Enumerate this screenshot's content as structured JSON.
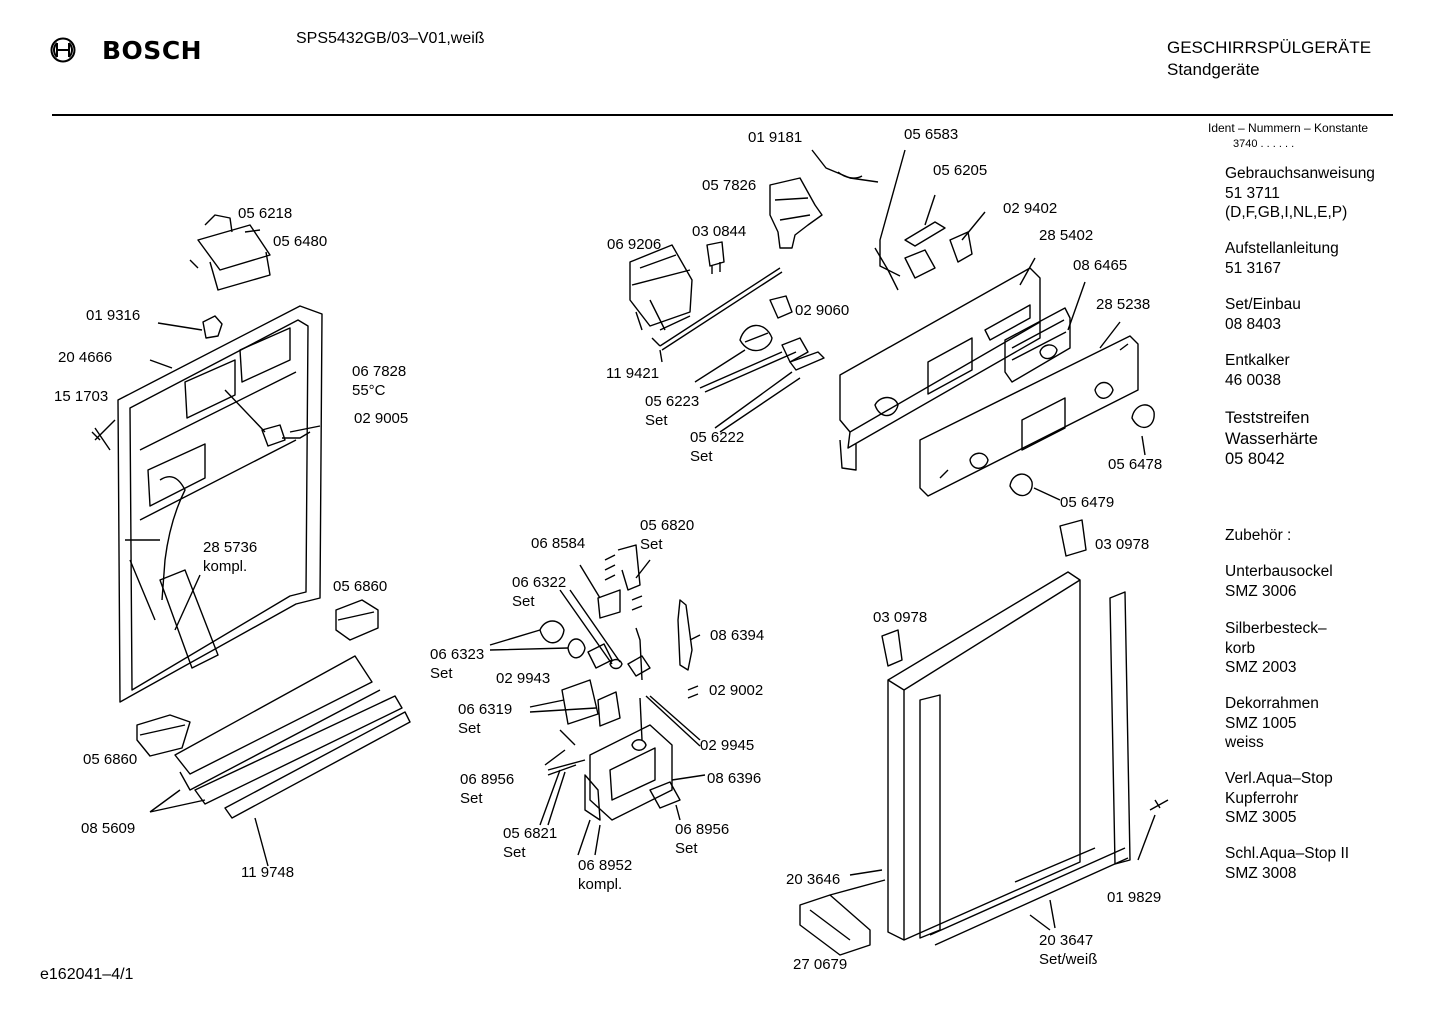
{
  "header": {
    "brand": "BOSCH",
    "model": "SPS5432GB/03–V01,weiß",
    "category_line1": "GESCHIRRSPÜLGERÄTE",
    "category_line2": "Standgeräte"
  },
  "ident": {
    "title": "Ident – Nummern – Konstante",
    "value": "3740  .  .  .  .  .  ."
  },
  "sidebar": [
    {
      "lines": [
        "Gebrauchsanweisung",
        "51 3711",
        "(D,F,GB,I,NL,E,P)"
      ],
      "size": "normal"
    },
    {
      "lines": [
        "Aufstellanleitung",
        "51 3167"
      ],
      "size": "normal"
    },
    {
      "lines": [
        "Set/Einbau",
        "08 8403"
      ],
      "size": "normal"
    },
    {
      "lines": [
        "Entkalker",
        "46 0038"
      ],
      "size": "normal"
    },
    {
      "lines": [
        "Teststreifen",
        "Wasserhärte",
        "05 8042"
      ],
      "size": "big"
    },
    {
      "lines": [
        "Zubehör :"
      ],
      "size": "normal"
    },
    {
      "lines": [
        "Unterbausockel",
        "SMZ 3006"
      ],
      "size": "normal"
    },
    {
      "lines": [
        "Silberbesteck–",
        "korb",
        "SMZ 2003"
      ],
      "size": "normal"
    },
    {
      "lines": [
        "Dekorrahmen",
        "SMZ 1005",
        "weiss"
      ],
      "size": "normal"
    },
    {
      "lines": [
        "Verl.Aqua–Stop",
        "Kupferrohr",
        "SMZ 3005"
      ],
      "size": "normal"
    },
    {
      "lines": [
        "Schl.Aqua–Stop II",
        "SMZ 3008"
      ],
      "size": "normal"
    }
  ],
  "part_labels": [
    {
      "lines": [
        "05 6218"
      ]
    },
    {
      "lines": [
        "05 6480"
      ]
    },
    {
      "lines": [
        "01 9316"
      ]
    },
    {
      "lines": [
        "20 4666"
      ]
    },
    {
      "lines": [
        "15 1703"
      ]
    },
    {
      "lines": [
        "06 7828",
        "55°C"
      ]
    },
    {
      "lines": [
        "02 9005"
      ]
    },
    {
      "lines": [
        "28 5736",
        "kompl."
      ]
    },
    {
      "lines": [
        "05 6860"
      ]
    },
    {
      "lines": [
        "05 6860"
      ]
    },
    {
      "lines": [
        "08 5609"
      ]
    },
    {
      "lines": [
        "11 9748"
      ]
    },
    {
      "lines": [
        "01 9181"
      ]
    },
    {
      "lines": [
        "05 7826"
      ]
    },
    {
      "lines": [
        "03 0844"
      ]
    },
    {
      "lines": [
        "06 9206"
      ]
    },
    {
      "lines": [
        "02 9060"
      ]
    },
    {
      "lines": [
        "11 9421"
      ]
    },
    {
      "lines": [
        "05 6223",
        "Set"
      ]
    },
    {
      "lines": [
        "05 6222",
        "Set"
      ]
    },
    {
      "lines": [
        "05 6583"
      ]
    },
    {
      "lines": [
        "05 6205"
      ]
    },
    {
      "lines": [
        "02 9402"
      ]
    },
    {
      "lines": [
        "28 5402"
      ]
    },
    {
      "lines": [
        "08 6465"
      ]
    },
    {
      "lines": [
        "28 5238"
      ]
    },
    {
      "lines": [
        "05 6478"
      ]
    },
    {
      "lines": [
        "05 6479"
      ]
    },
    {
      "lines": [
        "06 8584"
      ]
    },
    {
      "lines": [
        "05 6820",
        "Set"
      ]
    },
    {
      "lines": [
        "06 6322",
        "Set"
      ]
    },
    {
      "lines": [
        "06 6323",
        "Set"
      ]
    },
    {
      "lines": [
        "08 6394"
      ]
    },
    {
      "lines": [
        "02 9943"
      ]
    },
    {
      "lines": [
        "02 9002"
      ]
    },
    {
      "lines": [
        "06 6319",
        "Set"
      ]
    },
    {
      "lines": [
        "02 9945"
      ]
    },
    {
      "lines": [
        "06 8956",
        "Set"
      ]
    },
    {
      "lines": [
        "08 6396"
      ]
    },
    {
      "lines": [
        "05 6821",
        "Set"
      ]
    },
    {
      "lines": [
        "06 8956",
        "Set"
      ]
    },
    {
      "lines": [
        "06 8952",
        "kompl."
      ]
    },
    {
      "lines": [
        "03 0978"
      ]
    },
    {
      "lines": [
        "03 0978"
      ]
    },
    {
      "lines": [
        "20 3646"
      ]
    },
    {
      "lines": [
        "01 9829"
      ]
    },
    {
      "lines": [
        "27 0679"
      ]
    },
    {
      "lines": [
        "20 3647",
        "Set/weiß"
      ]
    }
  ],
  "footer": {
    "drawing_number": "e162041–4/1"
  }
}
